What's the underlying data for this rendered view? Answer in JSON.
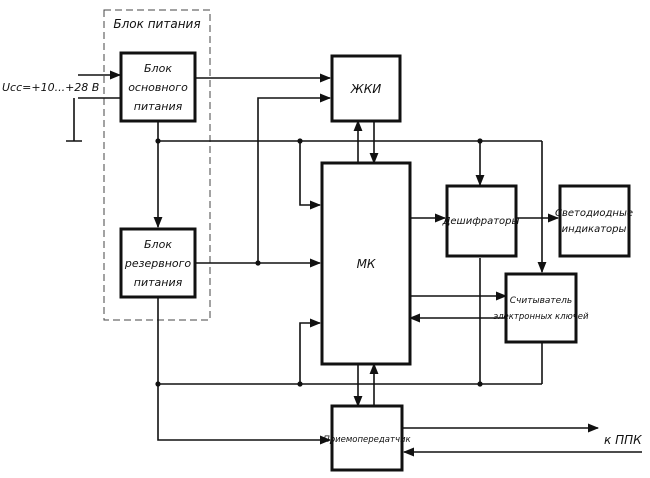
{
  "group": {
    "title": "Блок питания"
  },
  "input": {
    "label": "Uсс=+10...+28 В"
  },
  "output": {
    "label": "к ППК"
  },
  "blocks": {
    "main_power": [
      "Блок",
      "основного",
      "питания"
    ],
    "backup_power": [
      "Блок",
      "резервного",
      "питания"
    ],
    "lcd": [
      "ЖКИ"
    ],
    "mcu": [
      "МК"
    ],
    "decoders": [
      "Дешифраторы"
    ],
    "led": [
      "Светодиодные",
      "индикаторы"
    ],
    "keys": [
      "Считыватель",
      "электронных ключей"
    ],
    "transceiver": [
      "Приемопередатчик"
    ]
  }
}
